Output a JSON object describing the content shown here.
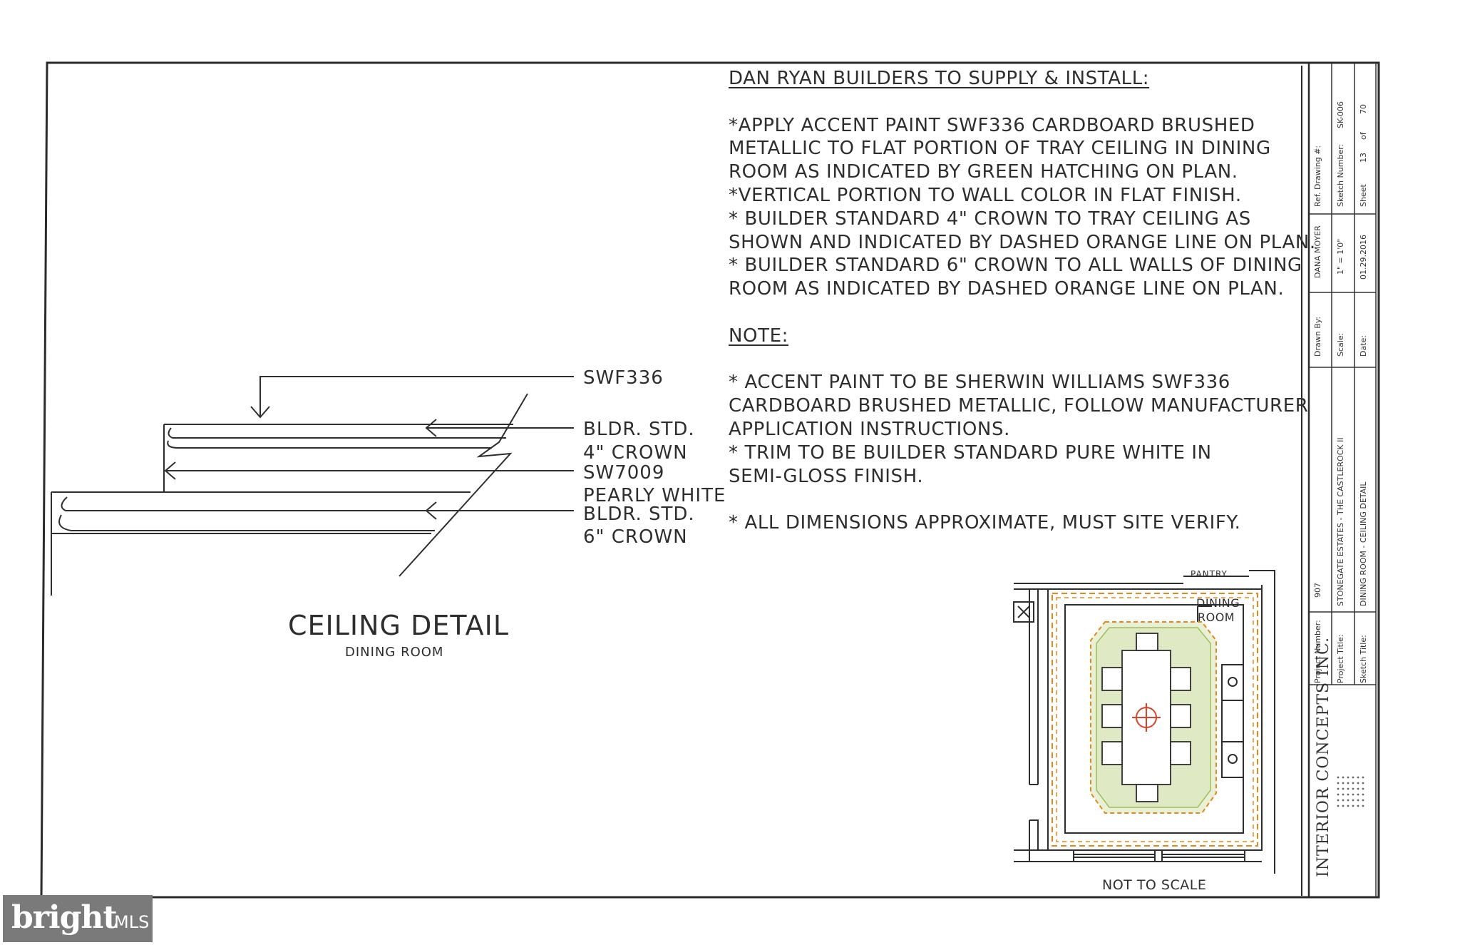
{
  "notes": {
    "heading": "DAN RYAN BUILDERS TO SUPPLY & INSTALL:",
    "lines": [
      "*APPLY ACCENT PAINT SWF336 CARDBOARD BRUSHED",
      "METALLIC TO FLAT PORTION OF TRAY CEILING IN DINING",
      "ROOM AS INDICATED BY GREEN HATCHING ON PLAN.",
      "*VERTICAL PORTION TO WALL COLOR IN FLAT FINISH.",
      "* BUILDER STANDARD 4\" CROWN TO TRAY CEILING AS",
      "SHOWN AND INDICATED BY DASHED ORANGE LINE ON PLAN.",
      "* BUILDER STANDARD 6\" CROWN TO ALL WALLS OF DINING",
      "ROOM AS INDICATED BY DASHED ORANGE LINE ON PLAN."
    ],
    "note_heading": "NOTE:",
    "note_lines": [
      "* ACCENT PAINT TO BE SHERWIN WILLIAMS SWF336",
      "CARDBOARD BRUSHED METALLIC, FOLLOW MANUFACTURER",
      "APPLICATION INSTRUCTIONS.",
      "* TRIM TO BE BUILDER STANDARD PURE WHITE IN",
      "SEMI-GLOSS FINISH.",
      "",
      "* ALL DIMENSIONS APPROXIMATE, MUST SITE VERIFY."
    ]
  },
  "detail": {
    "labels": {
      "swf336": "SWF336",
      "bldr_std_1": "BLDR. STD.",
      "crown_4": "4\" CROWN",
      "sw7009": "SW7009",
      "pearly_white": "PEARLY WHITE",
      "bldr_std_2": "BLDR. STD.",
      "crown_6": "6\" CROWN"
    },
    "title": "CEILING DETAIL",
    "subtitle": "DINING ROOM"
  },
  "plan": {
    "pantry": "PANTRY",
    "dining_line1": "DINING",
    "dining_line2": "ROOM",
    "not_to_scale": "NOT TO SCALE"
  },
  "title_block": {
    "company": "INTERIOR CONCEPTS INC.",
    "project_number_label": "Project Number:",
    "project_number": "907",
    "project_title_label": "Project Title:",
    "project_title": "STONEGATE ESTATES - THE CASTLEROCK II",
    "sketch_title_label": "Sketch Title:",
    "sketch_title": "DINING ROOM - CEILING DETAIL",
    "drawn_by_label": "Drawn By:",
    "drawn_by": "DANA MOYER",
    "scale_label": "Scale:",
    "scale": "1\" = 1'0\"",
    "date_label": "Date:",
    "date": "01.29.2016",
    "ref_drawing_label": "Ref. Drawing #:",
    "sketch_number_label": "Sketch Number:",
    "sketch_number": "SK-006",
    "sheet_label": "Sheet",
    "sheet_number": "13",
    "sheet_of": "of",
    "sheet_total": "70"
  },
  "watermark": {
    "brand": "bright",
    "suffix": "MLS"
  },
  "colors": {
    "ink": "#2e2e2e",
    "orange_dash": "#e08a1e",
    "green_hatch": "#9bbf5a",
    "target_red": "#d6452a"
  }
}
